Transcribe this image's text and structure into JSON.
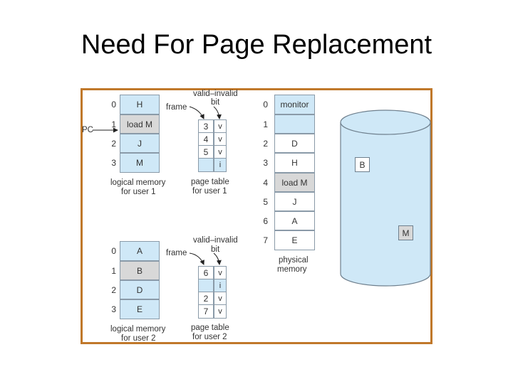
{
  "title": "Need For Page Replacement",
  "labels": {
    "pc": "PC",
    "frame": "frame",
    "valid_invalid_bit": "valid–invalid",
    "bit": "bit"
  },
  "user1": {
    "logical_memory": [
      {
        "index": "0",
        "content": "H"
      },
      {
        "index": "1",
        "content": "load M"
      },
      {
        "index": "2",
        "content": "J"
      },
      {
        "index": "3",
        "content": "M"
      }
    ],
    "logical_caption_1": "logical memory",
    "logical_caption_2": "for user 1",
    "page_table": [
      {
        "frame": "3",
        "bit": "v"
      },
      {
        "frame": "4",
        "bit": "v"
      },
      {
        "frame": "5",
        "bit": "v"
      },
      {
        "frame": "",
        "bit": "i"
      }
    ],
    "page_table_caption_1": "page table",
    "page_table_caption_2": "for user 1"
  },
  "user2": {
    "logical_memory": [
      {
        "index": "0",
        "content": "A"
      },
      {
        "index": "1",
        "content": "B"
      },
      {
        "index": "2",
        "content": "D"
      },
      {
        "index": "3",
        "content": "E"
      }
    ],
    "logical_caption_1": "logical memory",
    "logical_caption_2": "for user 2",
    "page_table": [
      {
        "frame": "6",
        "bit": "v"
      },
      {
        "frame": "",
        "bit": "i"
      },
      {
        "frame": "2",
        "bit": "v"
      },
      {
        "frame": "7",
        "bit": "v"
      }
    ],
    "page_table_caption_1": "page table",
    "page_table_caption_2": "for user 2"
  },
  "physical_memory": {
    "frames": [
      {
        "index": "0",
        "content": "monitor"
      },
      {
        "index": "1",
        "content": ""
      },
      {
        "index": "2",
        "content": "D"
      },
      {
        "index": "3",
        "content": "H"
      },
      {
        "index": "4",
        "content": "load M"
      },
      {
        "index": "5",
        "content": "J"
      },
      {
        "index": "6",
        "content": "A"
      },
      {
        "index": "7",
        "content": "E"
      }
    ],
    "caption_1": "physical",
    "caption_2": "memory"
  },
  "disk": {
    "blocks": [
      "B",
      "M"
    ]
  }
}
